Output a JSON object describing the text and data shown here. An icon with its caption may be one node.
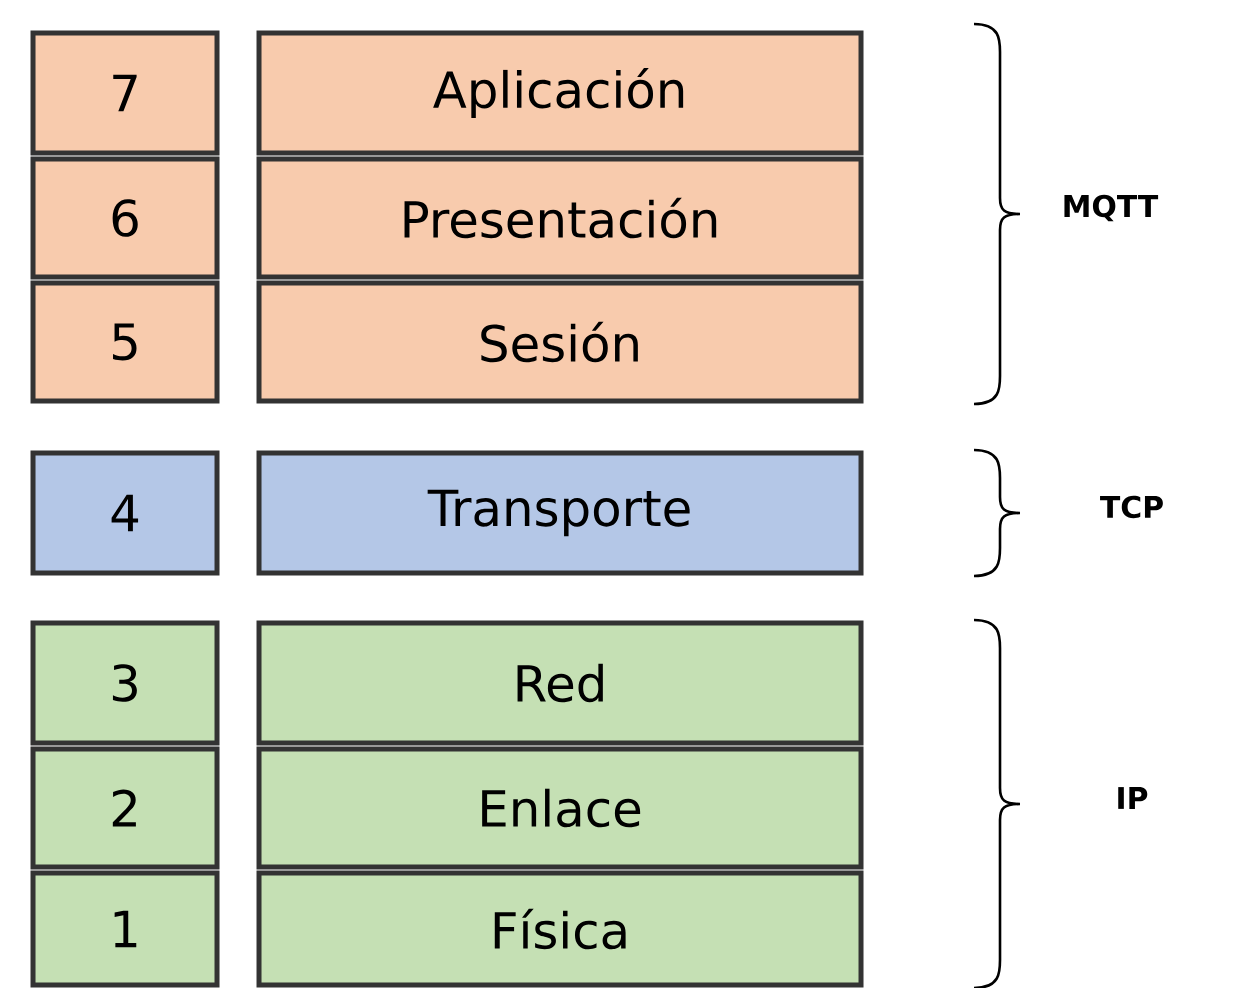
{
  "diagram": {
    "nodes": [
      {
        "text": [
          "7"
        ]
      },
      {
        "text": [
          "Aplicación"
        ]
      },
      {
        "text": [
          "6"
        ]
      },
      {
        "text": [
          "Presentación"
        ]
      },
      {
        "text": [
          "5"
        ]
      },
      {
        "text": [
          "Sesión"
        ]
      },
      {
        "text": [
          "4"
        ]
      },
      {
        "text": [
          "Transporte"
        ]
      },
      {
        "text": [
          "3"
        ]
      },
      {
        "text": [
          "Red"
        ]
      },
      {
        "text": [
          "2"
        ]
      },
      {
        "text": [
          "Enlace"
        ]
      },
      {
        "text": [
          "1"
        ]
      },
      {
        "text": [
          "Física"
        ]
      }
    ],
    "labels": [
      "MQTT",
      "TCP",
      "IP"
    ]
  }
}
